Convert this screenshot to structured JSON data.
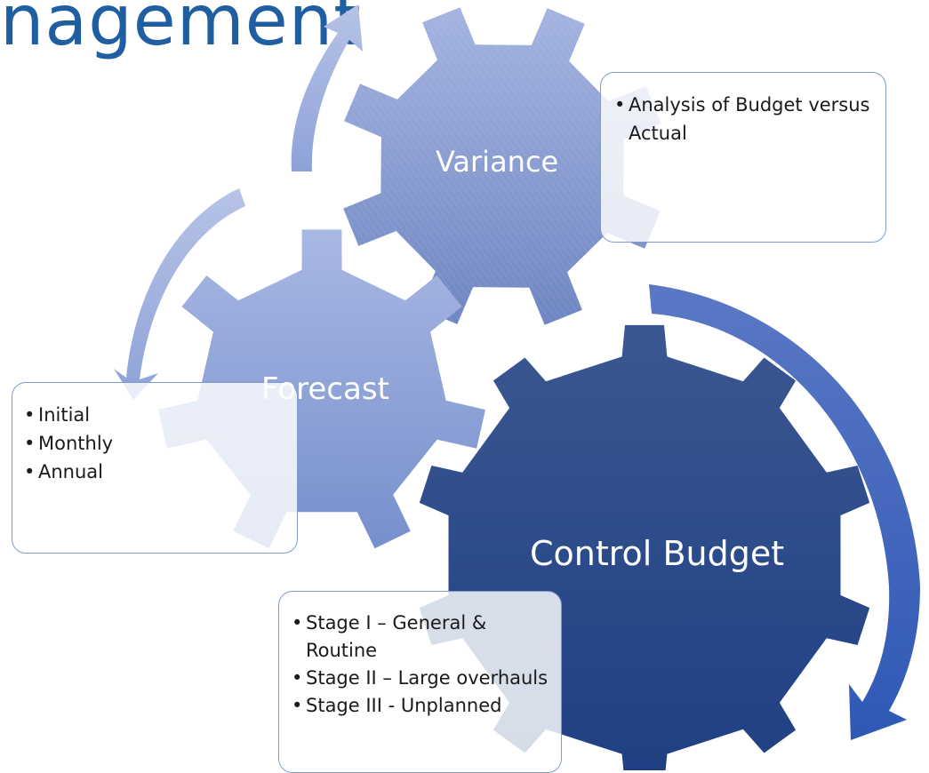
{
  "title": "nagement",
  "gears": [
    {
      "label": "Variance",
      "color": "#7f97cc"
    },
    {
      "label": "Forecast",
      "color": "#8a9fd4"
    },
    {
      "label": "Control Budget",
      "color": "#2f4f8f"
    }
  ],
  "boxes": {
    "variance": [
      "Analysis of Budget versus Actual"
    ],
    "forecast": [
      "Initial",
      "Monthly",
      "Annual"
    ],
    "control": [
      "Stage I – General & Routine",
      "Stage II – Large overhauls",
      "Stage III - Unplanned"
    ]
  }
}
